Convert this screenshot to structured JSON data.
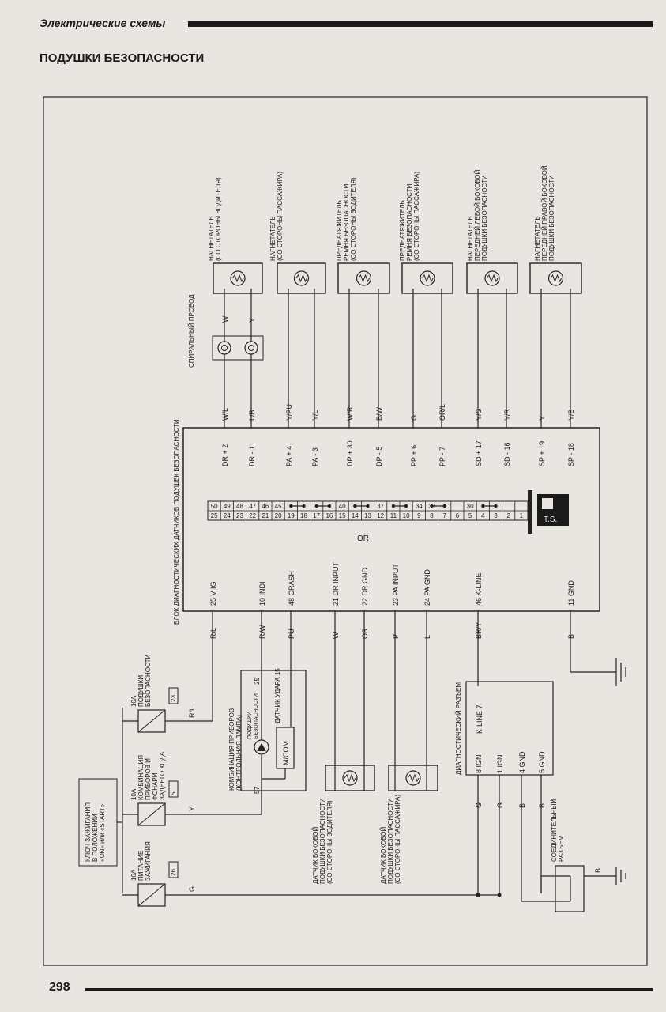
{
  "header": {
    "title": "Электрические схемы"
  },
  "section": {
    "title": "ПОДУШКИ БЕЗОПАСНОСТИ"
  },
  "footer": {
    "page_number": "298"
  },
  "diagram": {
    "module_label": "БЛОК ДИАГНОСТИЧЕСКИХ ДАТЧИКОВ ПОДУШЕК БЕЗОПАСНОСТИ",
    "spiral_label": "СПИРАЛЬНЫЙ ПРОВОД",
    "or_label": "OR",
    "ts_label": "T.S.",
    "connector_top_row": [
      "50",
      "49",
      "48",
      "47",
      "46",
      "45",
      "",
      "",
      "",
      "",
      "40",
      "",
      "",
      "37",
      "",
      "",
      "34",
      "33",
      "",
      "",
      "30",
      "",
      "",
      ""
    ],
    "connector_bottom_row": [
      "25",
      "24",
      "23",
      "22",
      "21",
      "20",
      "19",
      "18",
      "17",
      "16",
      "15",
      "14",
      "13",
      "12",
      "11",
      "10",
      "9",
      "8",
      "7",
      "6",
      "5",
      "4",
      "3",
      "2",
      "1"
    ],
    "outputs": [
      {
        "pin": "DR + 2",
        "wire": "W/L",
        "wire2": "W",
        "device": "НАГНЕТАТЕЛЬ\n(СО СТОРОНЫ ВОДИТЕЛЯ)"
      },
      {
        "pin": "DR - 1",
        "wire": "L/B",
        "wire2": "Y",
        "device": ""
      },
      {
        "pin": "PA + 4",
        "wire": "Y/PU",
        "wire2": "",
        "device": "НАГНЕТАТЕЛЬ\n(СО СТОРОНЫ ПАССАЖИРА)"
      },
      {
        "pin": "PA - 3",
        "wire": "Y/L",
        "wire2": "",
        "device": ""
      },
      {
        "pin": "DP + 30",
        "wire": "W/R",
        "wire2": "",
        "device": "ПРЕДНАТЯЖИТЕЛЬ\nРЕМНЯ БЕЗОПАСНОСТИ\n(СО СТОРОНЫ ВОДИТЕЛЯ)"
      },
      {
        "pin": "DP - 5",
        "wire": "B/W",
        "wire2": "",
        "device": ""
      },
      {
        "pin": "PP + 6",
        "wire": "G",
        "wire2": "",
        "device": "ПРЕДНАТЯЖИТЕЛЬ\nРЕМНЯ БЕЗОПАСНОСТИ\n(СО СТОРОНЫ ПАССАЖИРА)"
      },
      {
        "pin": "PP - 7",
        "wire": "OR/L",
        "wire2": "",
        "device": ""
      },
      {
        "pin": "SD + 17",
        "wire": "Y/G",
        "wire2": "",
        "device": "НАГНЕТАТЕЛЬ\nПЕРЕДНЕЙ ЛЕВОЙ БОКОВОЙ\nПОДУШКИ БЕЗОПАСНОСТИ"
      },
      {
        "pin": "SD - 16",
        "wire": "Y/R",
        "wire2": "",
        "device": ""
      },
      {
        "pin": "SP + 19",
        "wire": "Y",
        "wire2": "",
        "device": "НАГНЕТАТЕЛЬ\nПЕРЕДНЕЙ ПРАВОЙ БОКОВОЙ\nПОДУШКИ БЕЗОПАСНОСТИ"
      },
      {
        "pin": "SP - 18",
        "wire": "Y/B",
        "wire2": "",
        "device": ""
      }
    ],
    "inputs": [
      {
        "pin": "25 V IG",
        "wire": "R/L"
      },
      {
        "pin": "10 INDI",
        "wire": "R/W"
      },
      {
        "pin": "48 CRASH",
        "wire": "PU"
      },
      {
        "pin": "21 DR INPUT",
        "wire": "W"
      },
      {
        "pin": "22 DR GND",
        "wire": "OR"
      },
      {
        "pin": "23 PA INPUT",
        "wire": "P"
      },
      {
        "pin": "24 PA GND",
        "wire": "L"
      },
      {
        "pin": "46 K-LINE",
        "wire": "BR/Y"
      },
      {
        "pin": "11 GND",
        "wire": "B"
      }
    ],
    "ignition_switch": "КЛЮЧ ЗАЖИГАНИЯ\nВ ПОЛОЖЕНИИ\n«ON» или «START»",
    "fuses": [
      {
        "rating": "10A",
        "desc": "ПИТАНИЕ\nЗАЖИГАНИЯ",
        "num": "26",
        "wire": "G"
      },
      {
        "rating": "10A",
        "desc": "КОМБИНАЦИЯ\nПРИБОРОВ И\nФОНАРИ\nЗАДНЕГО ХОДА",
        "num": "5",
        "wire": "Y"
      },
      {
        "rating": "10A",
        "desc": "ПОДУШКИ\nБЕЗОПАСНОСТИ",
        "num": "23",
        "wire": "R/L"
      }
    ],
    "cluster": {
      "label": "КОМБИНАЦИЯ ПРИБОРОВ\n(КОНТРОЛЬНАЯ ЛАМПА)",
      "pin57": "57",
      "pin25": "25",
      "lamp": "ПОДУШКИ\nБЕЗОПАСНОСТИ",
      "crash": "ДАТЧИК УДАРА 15",
      "mcom": "M/COM"
    },
    "side_sensors": [
      {
        "label": "ДАТЧИК БОКОВОЙ\nПОДУШКИ БЕЗОПАСНОСТИ\n(СО СТОРОНЫ ВОДИТЕЛЯ)"
      },
      {
        "label": "ДАТЧИК БОКОВОЙ\nПОДУШКИ БЕЗОПАСНОСТИ\n(СО СТОРОНЫ ПАССАЖИРА)"
      }
    ],
    "diag": {
      "label": "ДИАГНОСТИЧЕСКИЙ РАЗЪЕМ",
      "pins": [
        "8 IGN",
        "1 IGN",
        "4 GND",
        "5 GND"
      ],
      "kline": "K-LINE 7",
      "wires": [
        "G",
        "G",
        "B",
        "B"
      ]
    },
    "joint": {
      "label": "СОЕДИНИТЕЛЬНЫЙ\nРАЗЪЕМ",
      "wire": "B"
    }
  }
}
